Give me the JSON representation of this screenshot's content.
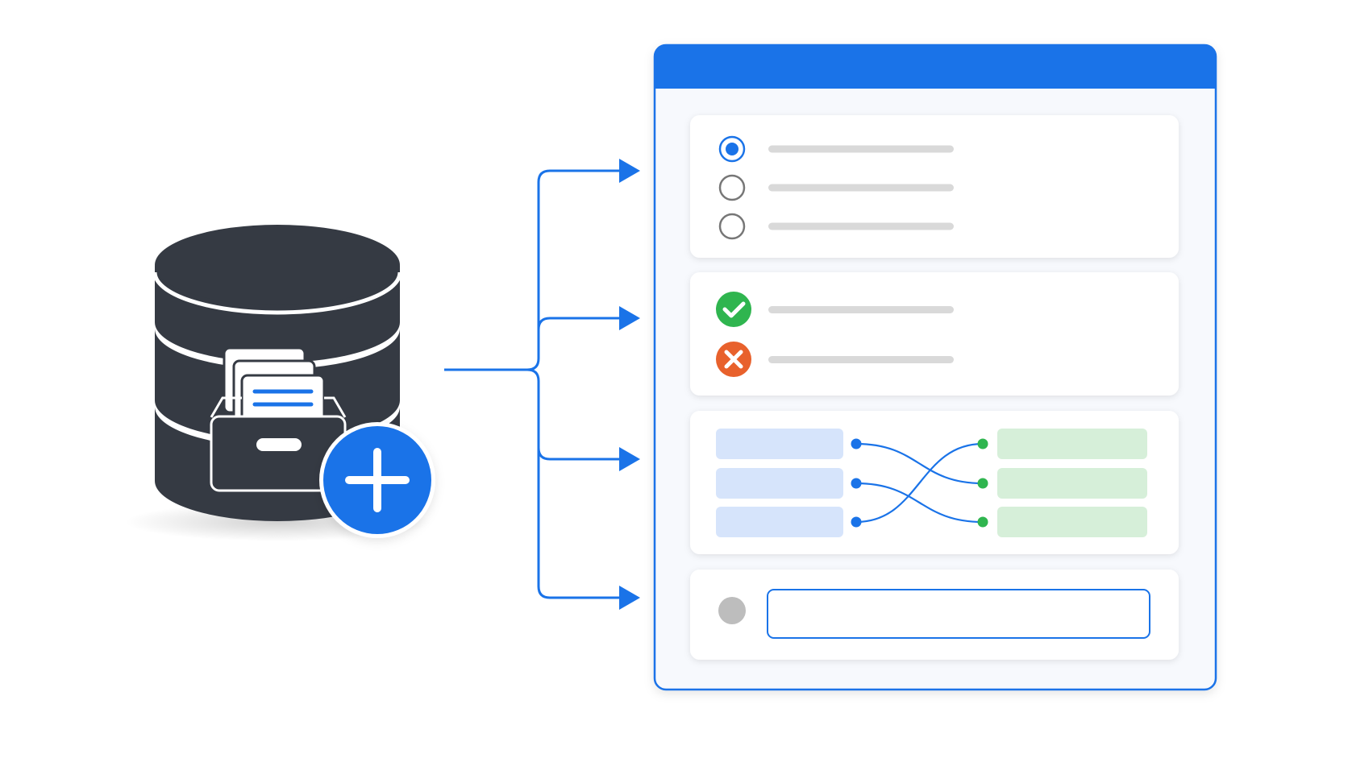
{
  "colors": {
    "primary_blue": "#1a73e8",
    "database_dark": "#353a43",
    "success_green": "#2fb54f",
    "error_orange": "#e8612c",
    "placeholder_gray": "#d9d9d9",
    "radio_outline_gray": "#777777",
    "left_chip_blue": "#d6e4fb",
    "right_chip_green": "#d6efd9",
    "neutral_dot_gray": "#bdbdbd",
    "form_background": "#f7f9fd"
  },
  "icons": {
    "database": "database-icon",
    "archive": "file-archive-icon",
    "add": "plus-circle-icon",
    "arrow": "arrow-right-icon",
    "check": "check-circle-icon",
    "cross": "x-circle-icon"
  },
  "question_types": {
    "multiple_choice": {
      "options": 3,
      "selected_index": 0
    },
    "true_false": {
      "items": [
        "correct",
        "incorrect"
      ]
    },
    "matching": {
      "left_items": 3,
      "right_items": 3,
      "pairs": [
        [
          0,
          1
        ],
        [
          1,
          2
        ],
        [
          2,
          0
        ]
      ]
    },
    "short_answer": {
      "fields": 1
    }
  }
}
